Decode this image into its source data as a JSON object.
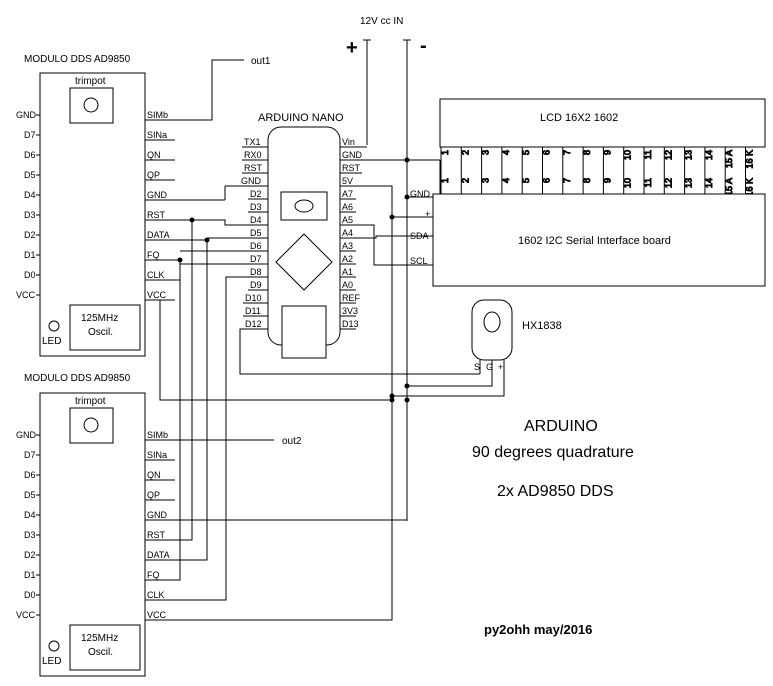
{
  "power": {
    "label": "12V cc IN",
    "plus": "+",
    "minus": "-"
  },
  "dds1": {
    "title": "MODULO DDS AD9850",
    "trimpot": "trimpot",
    "osc": [
      "125MHz",
      "Oscil."
    ],
    "led": "LED",
    "left_pins": [
      "GND",
      "D7",
      "D6",
      "D5",
      "D4",
      "D3",
      "D2",
      "D1",
      "D0",
      "VCC"
    ],
    "right_pins": [
      "SIMb",
      "SINa",
      "QN",
      "QP",
      "GND",
      "RST",
      "DATA",
      "FQ",
      "CLK",
      "VCC"
    ],
    "output": "out1"
  },
  "dds2": {
    "title": "MODULO DDS AD9850",
    "trimpot": "trimpot",
    "osc": [
      "125MHz",
      "Oscil."
    ],
    "led": "LED",
    "left_pins": [
      "GND",
      "D7",
      "D6",
      "D5",
      "D4",
      "D3",
      "D2",
      "D1",
      "D0",
      "VCC"
    ],
    "right_pins": [
      "SIMb",
      "SINa",
      "QN",
      "QP",
      "GND",
      "RST",
      "DATA",
      "FQ",
      "CLK",
      "VCC"
    ],
    "output": "out2"
  },
  "nano": {
    "title": "ARDUINO NANO",
    "left_pins": [
      "TX1",
      "RX0",
      "RST",
      "GND",
      "D2",
      "D3",
      "D4",
      "D5",
      "D6",
      "D7",
      "D8",
      "D9",
      "D10",
      "D11",
      "D12"
    ],
    "right_pins": [
      "Vin",
      "GND",
      "RST",
      "5V",
      "A7",
      "A6",
      "A5",
      "A4",
      "A3",
      "A2",
      "A1",
      "A0",
      "REF",
      "3V3",
      "D13"
    ]
  },
  "lcd": {
    "title": "LCD 16X2 1602",
    "pins": [
      "1",
      "2",
      "3",
      "4",
      "5",
      "6",
      "7",
      "8",
      "9",
      "10",
      "11",
      "12",
      "13",
      "14",
      "15 A",
      "16 K"
    ]
  },
  "i2c": {
    "title": "1602 I2C Serial Interface board",
    "pins": [
      "GND",
      "+",
      "SDA",
      "SCL"
    ]
  },
  "ir": {
    "title": "HX1838",
    "pins": [
      "S",
      "G",
      "+"
    ]
  },
  "caption": {
    "line1": "ARDUINO",
    "line2": "90 degrees quadrature",
    "line3": "2x AD9850 DDS",
    "author": "py2ohh may/2016"
  }
}
